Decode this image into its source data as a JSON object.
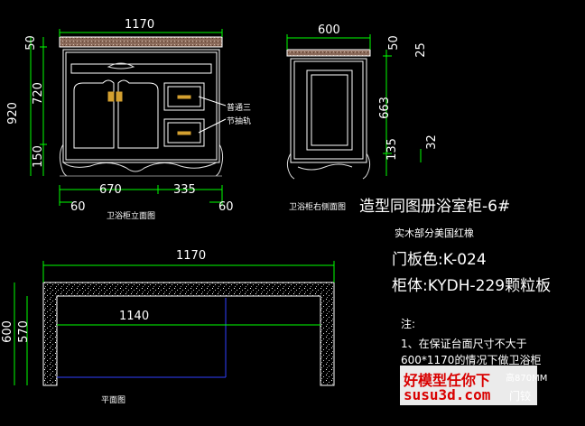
{
  "front_view": {
    "total_width": "1170",
    "height_total": "920",
    "height_top": "50",
    "height_mid": "720",
    "height_bottom": "150",
    "bottom_left": "670",
    "bottom_right": "335",
    "offset_left": "60",
    "offset_right": "60",
    "caption": "卫浴柜立面图",
    "label_1": "普通三",
    "label_2": "节抽轨"
  },
  "side_view": {
    "width": "600",
    "h_top": "50",
    "h_25": "25",
    "h_mid": "663",
    "h_bottom": "135",
    "h_32": "32",
    "caption": "卫浴柜右侧面图"
  },
  "plan_view": {
    "width": "1170",
    "inner_width": "1140",
    "depth": "600",
    "inner_depth": "570",
    "caption": "平面图"
  },
  "spec": {
    "title": "造型同图册浴室柜-6#",
    "material": "实木部分美国红橡",
    "door_color": "门板色:K-024",
    "body": "柜体:KYDH-229颗粒板"
  },
  "notes": {
    "heading": "注:",
    "line1": "1、在保证台面尺寸不大于",
    "line2": "600*1170的情况下做卫浴柜",
    "line3_partial": "高870MM",
    "line4_partial": "门铰"
  },
  "watermark": {
    "line1": "好模型任你下",
    "line2": "susu3d.com"
  },
  "colors": {
    "background": "#000000",
    "lines": "#ffffff",
    "dim_green": "#00ff00",
    "plan_fill": "#c0c0c0",
    "blue": "#3040ff",
    "gold": "#d4a030",
    "stone": "#9a7a6a",
    "watermark_red": "#d90000"
  }
}
